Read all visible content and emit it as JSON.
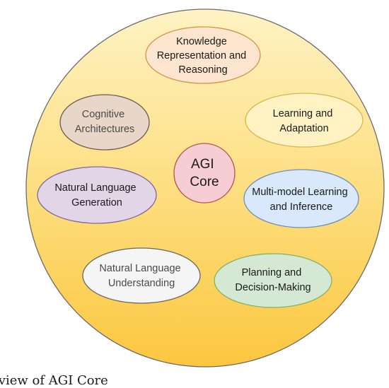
{
  "diagram": {
    "core": {
      "lines": [
        "AGI",
        "Core"
      ],
      "fill": "#f6cdd2",
      "stroke": "#b85450"
    },
    "outer_circle": {
      "fill_top": "#fff3c4",
      "fill_bottom": "#fcc73f",
      "stroke": "#6b6b6b"
    },
    "nodes": [
      {
        "id": "knowledge-representation",
        "lines": [
          "Knowledge",
          "Representation and",
          "Reasoning"
        ],
        "fill": "#fde5cf",
        "stroke": "#d59244"
      },
      {
        "id": "cognitive-architectures",
        "lines": [
          "Cognitive",
          "Architectures"
        ],
        "fill": "#e8d6c8",
        "stroke": "#6e5a50"
      },
      {
        "id": "learning-adaptation",
        "lines": [
          "Learning and",
          "Adaptation"
        ],
        "fill": "#fff3c4",
        "stroke": "#d3b94f"
      },
      {
        "id": "natural-language-generation",
        "lines": [
          "Natural Language",
          "Generation"
        ],
        "fill": "#e1d5e7",
        "stroke": "#8266a0"
      },
      {
        "id": "multi-model-learning",
        "lines": [
          "Multi-model Learning",
          "and Inference"
        ],
        "fill": "#dae8fc",
        "stroke": "#6c8ebf"
      },
      {
        "id": "natural-language-understanding",
        "lines": [
          "Natural Language",
          "Understanding"
        ],
        "fill": "#f5f5f5",
        "stroke": "#666666"
      },
      {
        "id": "planning-decision-making",
        "lines": [
          "Planning and",
          "Decision-Making"
        ],
        "fill": "#d5e8d4",
        "stroke": "#82b366"
      }
    ]
  },
  "caption": "c view of AGI Core"
}
